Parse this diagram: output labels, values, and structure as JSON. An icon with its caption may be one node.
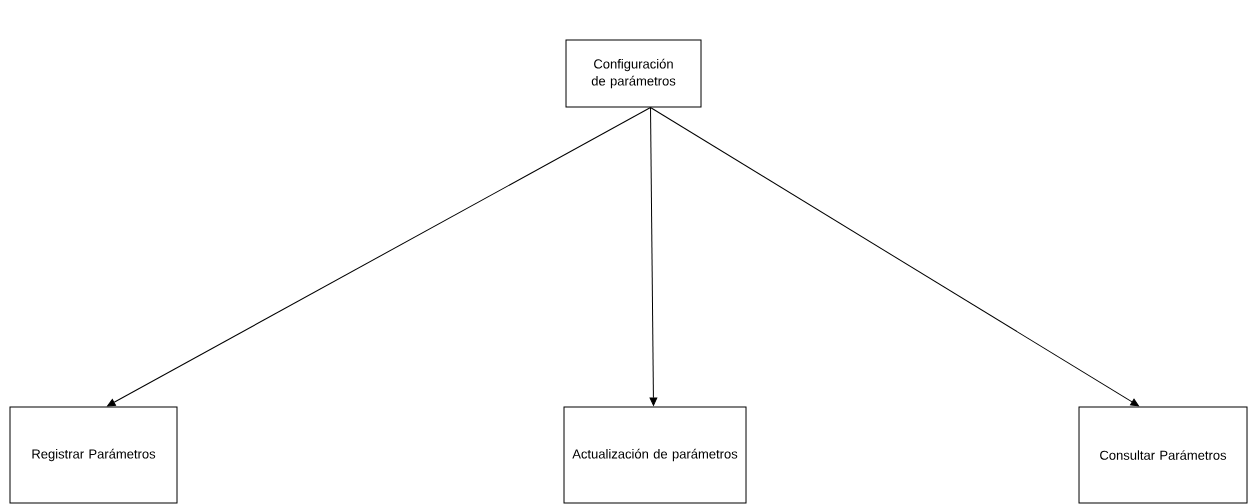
{
  "diagram": {
    "nodes": [
      {
        "text": [
          "Configuración de parámetros"
        ]
      },
      {
        "text": [
          "Registrar Parámetros"
        ]
      },
      {
        "text": [
          "Actualización de parámetros"
        ]
      },
      {
        "text": [
          "Consultar Parámetros"
        ]
      }
    ],
    "edges": [
      {
        "from": 0,
        "to": 1,
        "arrow": "to"
      },
      {
        "from": 0,
        "to": 2,
        "arrow": "to"
      },
      {
        "from": 0,
        "to": 3,
        "arrow": "to"
      }
    ]
  }
}
